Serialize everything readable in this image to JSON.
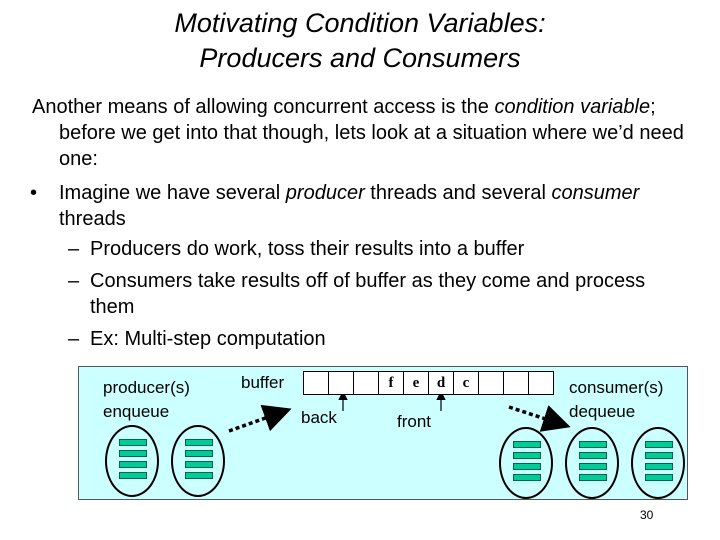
{
  "slide": {
    "title_line1": "Motivating Condition Variables:",
    "title_line2": "Producers and Consumers",
    "intro": {
      "pre": "Another means of allowing concurrent access is the ",
      "em1": "condition variable",
      "post": "; before we get into that though, lets look at a situation where we’d need one:"
    },
    "bullet1": {
      "marker": "•",
      "pre": "Imagine we have several ",
      "em1": "producer",
      "mid": " threads and several ",
      "em2": "consumer",
      "post": " threads"
    },
    "subs": [
      {
        "marker": "–",
        "text": "Producers do work, toss their results into a buffer"
      },
      {
        "marker": "–",
        "text": "Consumers take results off of buffer as they come and process them"
      },
      {
        "marker": "–",
        "text": "Ex: Multi-step computation"
      }
    ],
    "page_number": "30"
  },
  "diagram": {
    "producer_label_1": "producer(s)",
    "producer_label_2": "enqueue",
    "buffer_label": "buffer",
    "buffer_cells": [
      "",
      "",
      "",
      "f",
      "e",
      "d",
      "c",
      "",
      "",
      ""
    ],
    "back_label": "back",
    "front_label": "front",
    "consumer_label_1": "consumer(s)",
    "consumer_label_2": "dequeue",
    "colors": {
      "background": "#ccffff",
      "thread_bar": "#00cc99",
      "arrow": "#000000"
    }
  }
}
